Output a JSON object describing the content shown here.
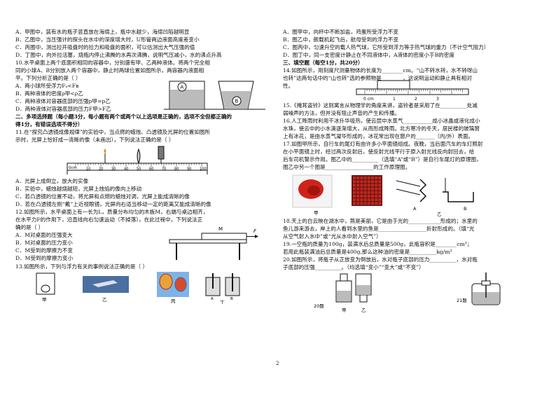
{
  "page_number": "2",
  "left": {
    "q9": [
      "A．甲图中，装有水的瓶子竖直放在海绵上，瓶中水越少，海绵凹陷越明显",
      "B．乙图中，当压强计的探头在水中的深度增大时，U形管两边液面高度差变小",
      "C．丙图中，测出拉开吸盘时的拉力和吸盘的面积，可以估测出大气压强的值",
      "D．丁图中，向外拉活塞，烧瓶内停止沸腾的水再次沸腾，说明气压减小，水的沸点升高"
    ],
    "q10": [
      "10.水平桌面上两个底面积相同的容器中，分别盛有甲、乙两种液体。将两个完全相",
      "同的小球A、B分别放入两个容器中，静止时两球位置如图所示，两容器内液面相",
      "平。下列分析正确的是（          ）",
      "A．两小球所受浮力Fₐ<Fʙ",
      "B．两种液体的密度ρ甲<ρ乙",
      "C．两种液体对容器底部的压强p甲=p乙",
      "D．两种液体对容器底部的压力F甲>F乙"
    ],
    "fig10": {
      "ball_a": "A",
      "ball_b": "B"
    },
    "section2": "二、多项选择题（每小题3分，每小题有两个或两个以上选项是正确的，选项不全但都正确的",
    "section2b": "得1分，有错误选项不得分）",
    "q11": [
      "11.在“探究凸透镜成像规律”的实验中，当点燃的蜡烛、凸透镜及光屏的位置如图所",
      "      示时，光屏上恰好成一清晰的像（未画出），下列说法正确的是（          ）"
    ],
    "ruler_unit": "0cm",
    "ruler_ticks": [
      "10",
      "20",
      "30",
      "40",
      "50",
      "60",
      "70",
      "80",
      "90",
      "100"
    ],
    "q11_options": [
      "A．光屏上成倒立，放大的实像",
      "B．实验中，蜡烛越烧越短，光屏上烛焰的像向上移动",
      "C．若凸透镜的位置不动，将光屏和点燃的蜡烛对调，光屏上能成清晰的像",
      "D．若在凸透镜左侧“戴”上近视眼镜，光屏向右适当移动一定的距离又能成清晰的像"
    ],
    "q12": [
      "12.如图所示，水平桌面上有一长为L，质量分布均匀的木板M，右端与桌边相齐，",
      "在水平力F的作用下，沿直线向右匀速运动（不掉落），在此过程中，下列说法正",
      "确的是（          ）"
    ],
    "q12_options": [
      "A．M对桌面的压强变大",
      "B．M对桌面的压力变小",
      "C．M受到的摩擦力不变",
      "D．M受到的摩擦力变小"
    ],
    "fig12": {
      "board": "M",
      "force": "F"
    },
    "q13": "13.如图所示，下列与浮力有关的事例说法正确的是（          ）",
    "fig13_labels": [
      "甲",
      "乙",
      "丙",
      "丁"
    ],
    "fig13_ab": [
      "A",
      "B"
    ]
  },
  "right": {
    "q13_options": [
      "A．图甲中，向杯中不断加盐，鸡蛋所受浮力不变",
      "B．图乙中，舰载机起飞后，航母受到的浮力不变",
      "C．图丙中，匀速升空的载人热气球，它所受到浮力等于热气球的重力（不计空气阻力）",
      "D．图丁中，同一支密度计静止在不同液体中，A液体的密度小于B的密度"
    ],
    "section3": "三、填空题（每空1分，共20分）",
    "q14": [
      "14.如图所示，用刻度尺测量物体的长度为________cm。“山不转水转，水不转呀山",
      "也转”这两句话中的“山也转”选的参照物是________，这说明运动和静止具有相对",
      "性。"
    ],
    "ruler14": [
      "0 cm",
      "1",
      "2",
      "3"
    ],
    "q15": [
      "15.《掩耳盗铃》这则寓言从物理学的角度来讲，盗铃者是采用了在__________处减",
      "弱噪声的方法，但并没有阻止声音的产生和传播。"
    ],
    "q16": [
      "16.人工降雨时利用干冰升华吸热，使云层中水蒸气___________成小冰晶或液化成小",
      "水珠，使云中的小水滴逐渐增大，从而形成降雨。北方寒冷的冬天，居民楼的玻璃窗",
      "上有冰花，是由水蒸气凝华形成的，冰花常出现在窗户的_______（内/外）表面。"
    ],
    "q17": [
      "17.如图甲所示，自行车的尾灯有由许多小平面镜组成。夜晚，当后面汽车的车灯照射",
      "在小平面镜上时，经过两次反射后，使反射光线平行于原入射光线反向射回去，给",
      "后车司机警示作用。图乙中的__________（选填“A”或“B”）是自行车尾灯的原理图，",
      "图乙中另一个图是__________________的工作原理图。"
    ],
    "fig17_labels": {
      "jia": "甲",
      "yi": "乙",
      "a": "A",
      "b": "B"
    },
    "q18": [
      "18.天上的白云映在湖水中，煞是美丽，它是由于光的____________形成的；水里的",
      "鱼儿游来游去，岸上的人看到水里的鱼是__________________折射形成的。（填“光",
      "从空气射入水中”或“光从水中射入空气”）"
    ],
    "q19": [
      "19.一空瓶的质量为100g，装满水后总质量是500g，此瓶容积是________cm³；",
      "若用此瓶装满油后总质量是400g,那么这种油的密度是__________kg/m³"
    ],
    "q20": [
      "20.如图所示，将瓶子从正放变为倒放后，水对瓶子底部的压力__________，水对瓶",
      "子底部的压强__________。（均选填“变小”“变大”或“不变”）"
    ],
    "fig20_title": "20题",
    "fig20_labels": [
      "甲",
      "乙"
    ],
    "fig21_title": "21题"
  }
}
